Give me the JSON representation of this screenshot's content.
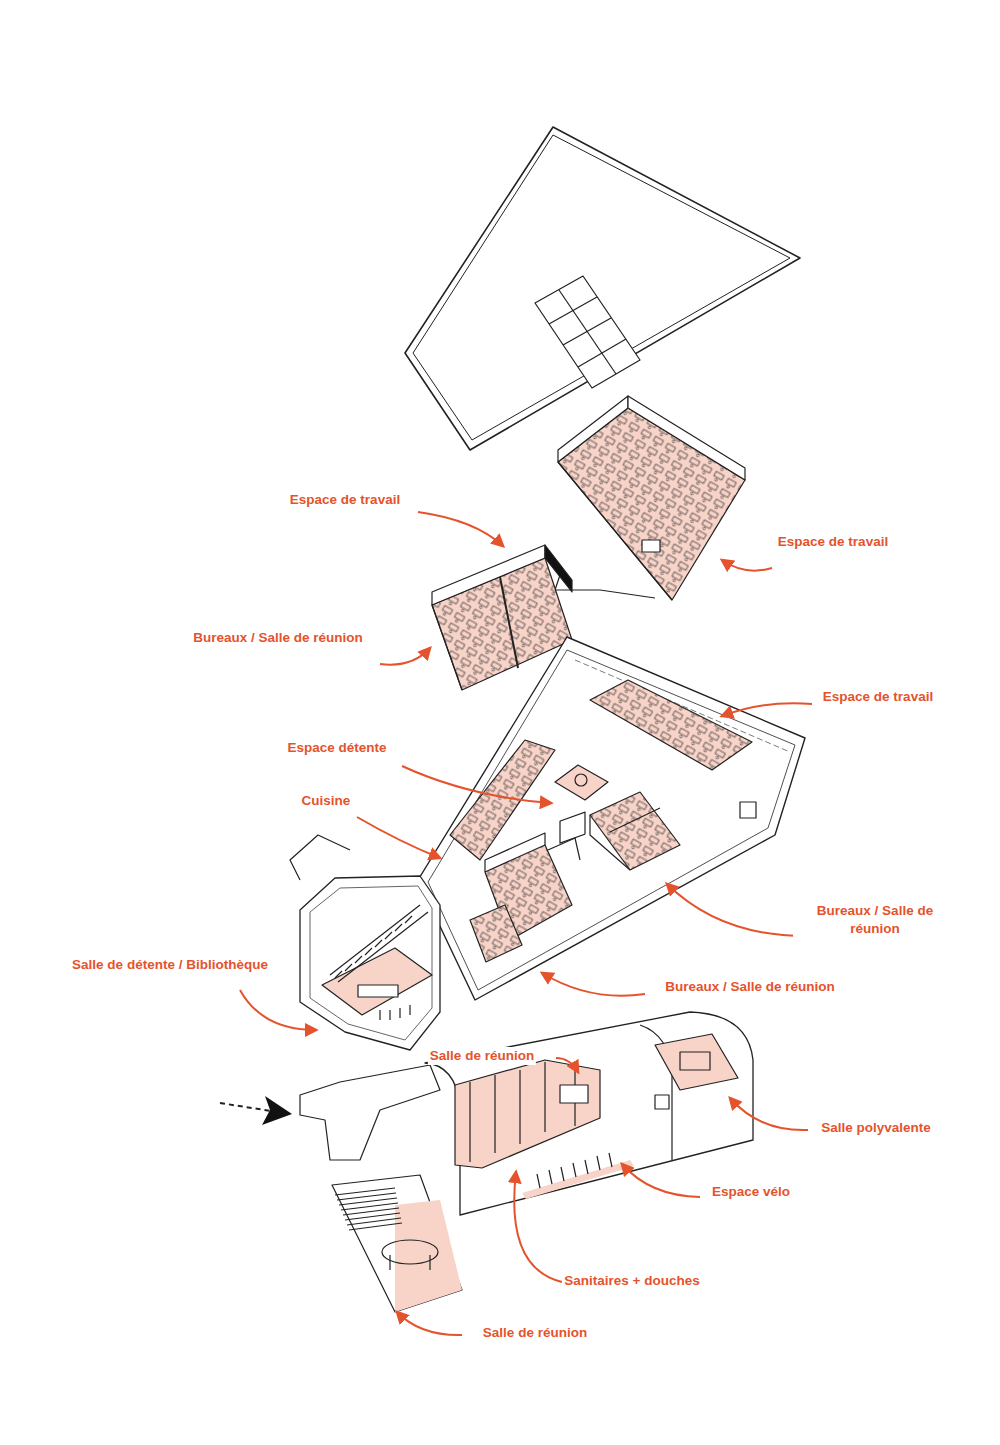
{
  "diagram": {
    "labels": [
      "Espace de travail",
      "Espace de travail",
      "Bureaux / Salle de réunion",
      "Espace de travail",
      "Espace détente",
      "Cuisine",
      "Bureaux / Salle de réunion",
      "Salle de détente / Bibliothèque",
      "Bureaux / Salle de réunion",
      "Salle de réunion",
      "Salle polyvalente",
      "Espace vélo",
      "Sanitaires + douches",
      "Salle de réunion"
    ]
  }
}
